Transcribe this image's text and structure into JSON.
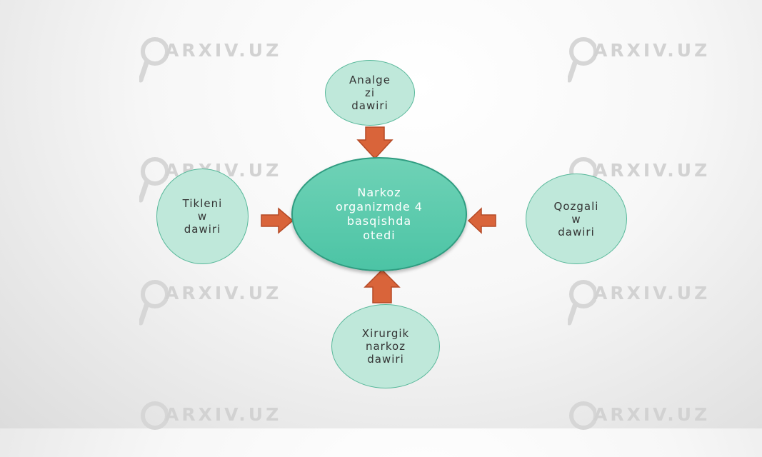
{
  "watermark": "ARXIV.UZ",
  "center": "Narkoz\norganizmde 4\nbasqishda\notedi",
  "top": "Analge\nzi\ndawiri",
  "left": "Tikleni\nw\ndawiri",
  "right": "Qozgali\nw\ndawiri",
  "bottom": "Xirurgik\nnarkoz\ndawiri",
  "colors": {
    "node_fill": "#bfe8da",
    "center_fill": "#55c8aa",
    "arrow": "#d9643a"
  }
}
